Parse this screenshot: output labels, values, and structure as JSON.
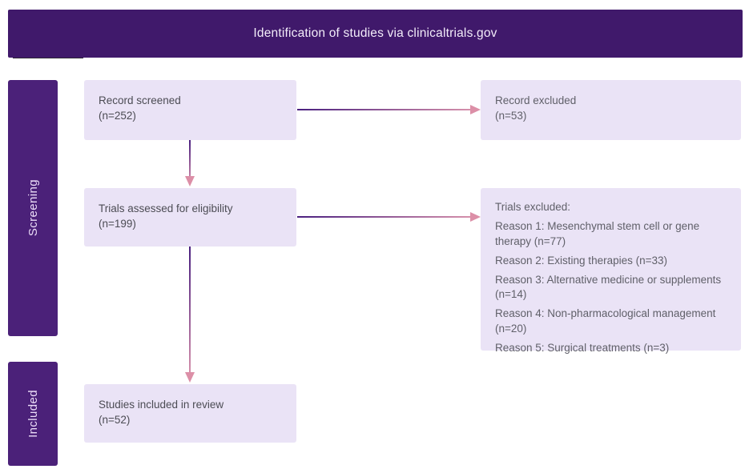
{
  "title_bar": {
    "label": "Identification of studies via clinicaltrials.gov"
  },
  "sidebar": {
    "sections": [
      {
        "label": "Screening"
      },
      {
        "label": "Included"
      }
    ]
  },
  "nodes": {
    "record_screened": {
      "line1": "Record screened",
      "line2": "(n=252)"
    },
    "record_excluded": {
      "line1": "Record excluded",
      "line2": "(n=53)"
    },
    "trials_assessed": {
      "line1": "Trials assessed for eligibility",
      "line2": "(n=199)"
    },
    "studies_included": {
      "line1": "Studies included in review",
      "line2": "(n=52)"
    },
    "trials_excluded": {
      "heading": "Trials excluded:",
      "reasons": [
        "Reason 1: Mesenchymal stem cell or gene therapy (n=77)",
        "Reason 2: Existing therapies (n=33)",
        "Reason 3: Alternative medicine or supplements (n=14)",
        "Reason 4: Non-pharmacological management (n=20)",
        "Reason 5: Surgical treatments (n=3)"
      ]
    }
  },
  "colors": {
    "header_purple": "#40196B",
    "sidebar_purple": "#4B2179",
    "node_lavender": "#EAE3F6",
    "arrow_purple_start": "#4A2080",
    "arrow_pink_end": "#DE97AE",
    "arrowhead_pink": "#DC8FA7"
  }
}
